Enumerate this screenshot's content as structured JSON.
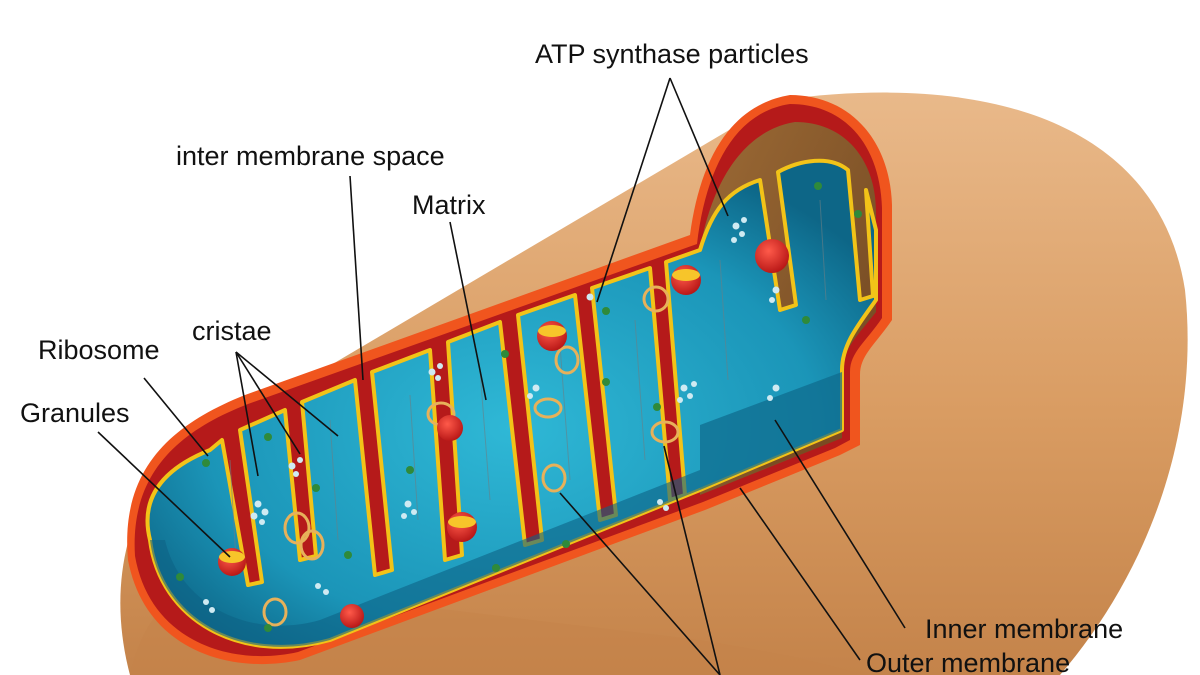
{
  "labels": {
    "atp": "ATP synthase particles",
    "intermembrane": "inter membrane space",
    "matrix": "Matrix",
    "ribosome": "Ribosome",
    "cristae": "cristae",
    "granules": "Granules",
    "inner_membrane": "Inner membrane",
    "outer_membrane": "Outer membrane"
  },
  "colors": {
    "outer_tube": "#d9a06a",
    "outer_tube_shadow": "#b97d46",
    "outer_rim": "#f0551e",
    "intermembrane": "#b81b1b",
    "inner_wall": "#8a5a2b",
    "matrix": "#1f9fc0",
    "matrix_deep": "#0f6f93",
    "inner_membrane_line": "#f2c318",
    "ribosome_red": "#d81e1e",
    "granule_green": "#2f8a3a"
  },
  "icons": [
    "ribosome",
    "granule",
    "atp-synthase-particle",
    "dna-ring"
  ]
}
